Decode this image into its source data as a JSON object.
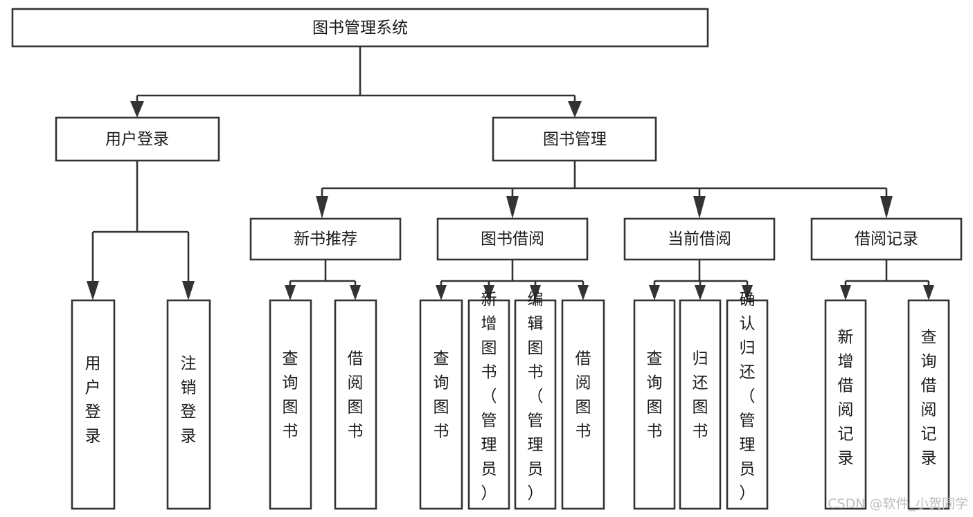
{
  "diagram": {
    "type": "tree-hierarchy",
    "title": "图书管理系统",
    "root": {
      "id": "root",
      "label": "图书管理系统"
    },
    "level2": [
      {
        "id": "user-login",
        "label": "用户登录"
      },
      {
        "id": "book-manage",
        "label": "图书管理"
      }
    ],
    "level3": [
      {
        "id": "new-book-recommend",
        "label": "新书推荐",
        "parent": "book-manage"
      },
      {
        "id": "book-borrow",
        "label": "图书借阅",
        "parent": "book-manage"
      },
      {
        "id": "current-borrow",
        "label": "当前借阅",
        "parent": "book-manage"
      },
      {
        "id": "borrow-record",
        "label": "借阅记录",
        "parent": "book-manage"
      }
    ],
    "leaves": {
      "user-login": [
        {
          "id": "leaf-user-login",
          "label": "用户登录"
        },
        {
          "id": "leaf-user-logout",
          "label": "注销登录"
        }
      ],
      "new-book-recommend": [
        {
          "id": "leaf-query-book-1",
          "label": "查询图书"
        },
        {
          "id": "leaf-borrow-book-1",
          "label": "借阅图书"
        }
      ],
      "book-borrow": [
        {
          "id": "leaf-query-book-2",
          "label": "查询图书"
        },
        {
          "id": "leaf-add-book",
          "label": "新增图书（管理员）"
        },
        {
          "id": "leaf-edit-book",
          "label": "编辑图书（管理员）"
        },
        {
          "id": "leaf-borrow-book-2",
          "label": "借阅图书"
        }
      ],
      "current-borrow": [
        {
          "id": "leaf-query-book-3",
          "label": "查询图书"
        },
        {
          "id": "leaf-return-book",
          "label": "归还图书"
        },
        {
          "id": "leaf-confirm-return",
          "label": "确认归还（管理员）"
        }
      ],
      "borrow-record": [
        {
          "id": "leaf-add-record",
          "label": "新增借阅记录"
        },
        {
          "id": "leaf-query-record",
          "label": "查询借阅记录"
        }
      ]
    }
  },
  "watermark": {
    "text": "CSDN @软件_小贺同学"
  },
  "colors": {
    "box_stroke": "#333333",
    "box_fill": "#ffffff",
    "text": "#1a1a1a",
    "connector": "#333333",
    "watermark": "#bdbdbd",
    "background": "#ffffff"
  }
}
